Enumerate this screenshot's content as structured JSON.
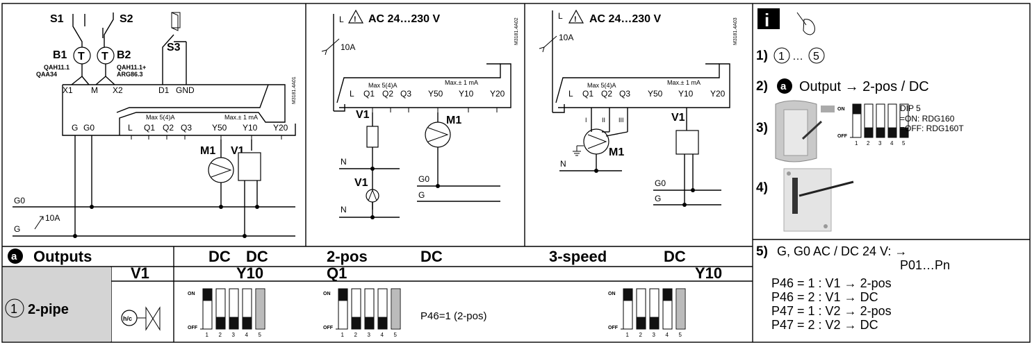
{
  "panel1": {
    "s1": "S1",
    "s2": "S2",
    "s3": "S3",
    "b1": "B1",
    "b2": "B2",
    "t": "T",
    "b1_models": [
      "QAH11.1",
      "QAA34"
    ],
    "b2_models": [
      "QAH11.1+",
      "ARG86.3"
    ],
    "top_terminals": [
      "X1",
      "M",
      "X2",
      "D1",
      "GND"
    ],
    "bottom_terminals": [
      "G",
      "G0",
      "L",
      "Q1",
      "Q2",
      "Q3",
      "Y50",
      "Y10",
      "Y20"
    ],
    "max_relay": "Max 5(4)A",
    "max_ma": "Max.± 1 mA",
    "m1": "M1",
    "v1": "V1",
    "g0": "G0",
    "g": "G",
    "fuse": "10A",
    "code": "M3181.4A01"
  },
  "panel2": {
    "l": "L",
    "supply": "AC 24…230 V",
    "fuse": "10A",
    "terminals": [
      "L",
      "Q1",
      "Q2",
      "Q3",
      "Y50",
      "Y10",
      "Y20"
    ],
    "max_relay": "Max 5(4)A",
    "max_ma": "Max.± 1 mA",
    "v1": "V1",
    "m1": "M1",
    "v1b": "V1",
    "n1": "N",
    "n2": "N",
    "g0": "G0",
    "g": "G",
    "code": "M3181.4A02"
  },
  "panel3": {
    "l": "L",
    "supply": "AC 24…230 V",
    "fuse": "10A",
    "terminals": [
      "L",
      "Q1",
      "Q2",
      "Q3",
      "Y50",
      "Y10",
      "Y20"
    ],
    "max_relay": "Max 5(4)A",
    "max_ma": "Max.± 1 mA",
    "speeds": [
      "I",
      "II",
      "III"
    ],
    "m1": "M1",
    "v1": "V1",
    "n": "N",
    "g0": "G0",
    "g": "G",
    "code": "M3181.4A03"
  },
  "table": {
    "a": "a",
    "outputs": "Outputs",
    "dc1": "DC",
    "dc2": "DC",
    "pos2": "2-pos",
    "dc3": "DC",
    "speed3": "3-speed",
    "dc4": "DC",
    "v1": "V1",
    "y10a": "Y10",
    "q1": "Q1",
    "y10b": "Y10",
    "row_num": "1",
    "row_label": "2-pipe",
    "hc": "h/c",
    "on": "ON",
    "off": "OFF",
    "dip_nums": [
      "1",
      "2",
      "3",
      "4",
      "5"
    ],
    "p46_note": "P46=1 (2-pos)",
    "switches": {
      "c1": [
        1,
        0,
        0,
        0,
        0
      ],
      "c2": [
        1,
        0,
        0,
        0,
        0
      ],
      "c3": [
        1,
        0,
        0,
        1,
        0
      ]
    }
  },
  "info": {
    "i": "i",
    "s1_num": "1)",
    "s1_a": "1",
    "s1_dots": "…",
    "s1_b": "5",
    "s2_num": "2)",
    "s2_a": "a",
    "s2_text": "Output → 2-pos / DC",
    "s3_num": "3)",
    "dip_title": "DIP 5",
    "dip_on": "=ON:  RDG160",
    "dip_off": "=OFF: RDG160T",
    "on": "ON",
    "off": "OFF",
    "dip_nums": [
      "1",
      "2",
      "3",
      "4",
      "5"
    ],
    "dip_switches": [
      1,
      0,
      0,
      0,
      0
    ],
    "s4_num": "4)",
    "s5_num": "5)",
    "s5_text": "G, G0  AC / DC 24 V: →",
    "s5_range": "P01…Pn",
    "p_lines": [
      "P46 = 1 : V1 → 2-pos",
      "P46 = 2 : V1 → DC",
      "P47 = 1 : V2 → 2-pos",
      "P47 = 2 : V2 → DC"
    ]
  }
}
